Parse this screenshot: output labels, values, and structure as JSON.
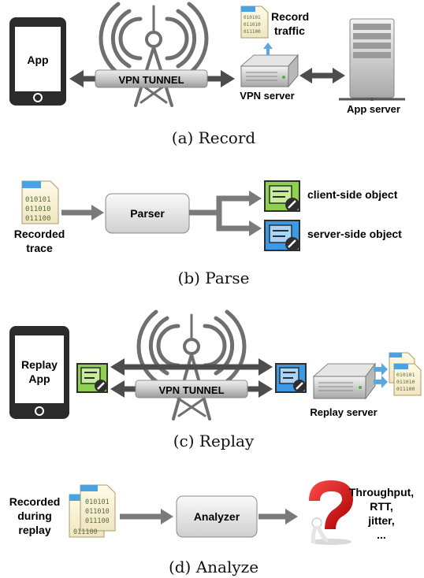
{
  "panels": {
    "record": {
      "caption": "(a) Record",
      "phone_label": "App",
      "tunnel_label": "VPN TUNNEL",
      "record_label_1": "Record",
      "record_label_2": "traffic",
      "vpn_server_label": "VPN server",
      "app_server_label": "App server"
    },
    "parse": {
      "caption": "(b) Parse",
      "trace_label_1": "Recorded",
      "trace_label_2": "trace",
      "parser_label": "Parser",
      "client_label": "client-side object",
      "server_label": "server-side object"
    },
    "replay": {
      "caption": "(c) Replay",
      "phone_label_1": "Replay",
      "phone_label_2": "App",
      "tunnel_label": "VPN TUNNEL",
      "server_label": "Replay server"
    },
    "analyze": {
      "caption": "(d) Analyze",
      "source_label_1": "Recorded",
      "source_label_2": "during",
      "source_label_3": "replay",
      "analyzer_label": "Analyzer",
      "metric_1": "Throughput,",
      "metric_2": "RTT,",
      "metric_3": "jitter,",
      "metric_4": "..."
    }
  },
  "file_lines": [
    "010101",
    "011010",
    "011100"
  ],
  "colors": {
    "arrow": "#7a7a7a",
    "dark_arrow": "#4d4d4d",
    "client_object": "#8fd14f",
    "server_object": "#3b9ae8",
    "question_mark": "#cc1111"
  }
}
